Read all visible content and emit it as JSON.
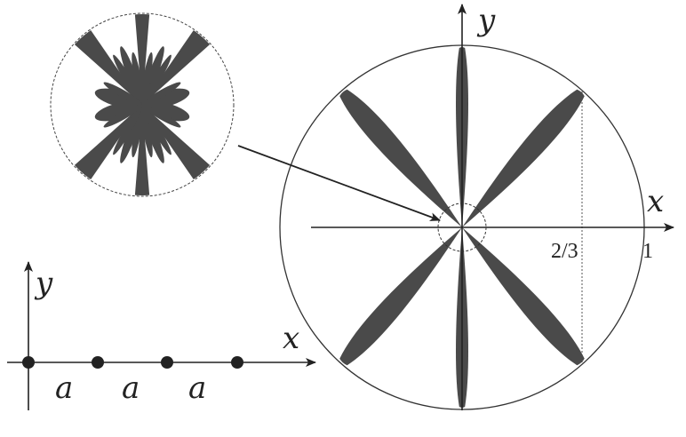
{
  "main_plot": {
    "x_label": "x",
    "y_label": "y",
    "tick_two_thirds": "2/3",
    "tick_one": "1",
    "petal_color": "#4a4a4a"
  },
  "lattice": {
    "x_label": "x",
    "y_label": "y",
    "spacing_labels": [
      "a",
      "a",
      "a"
    ]
  }
}
